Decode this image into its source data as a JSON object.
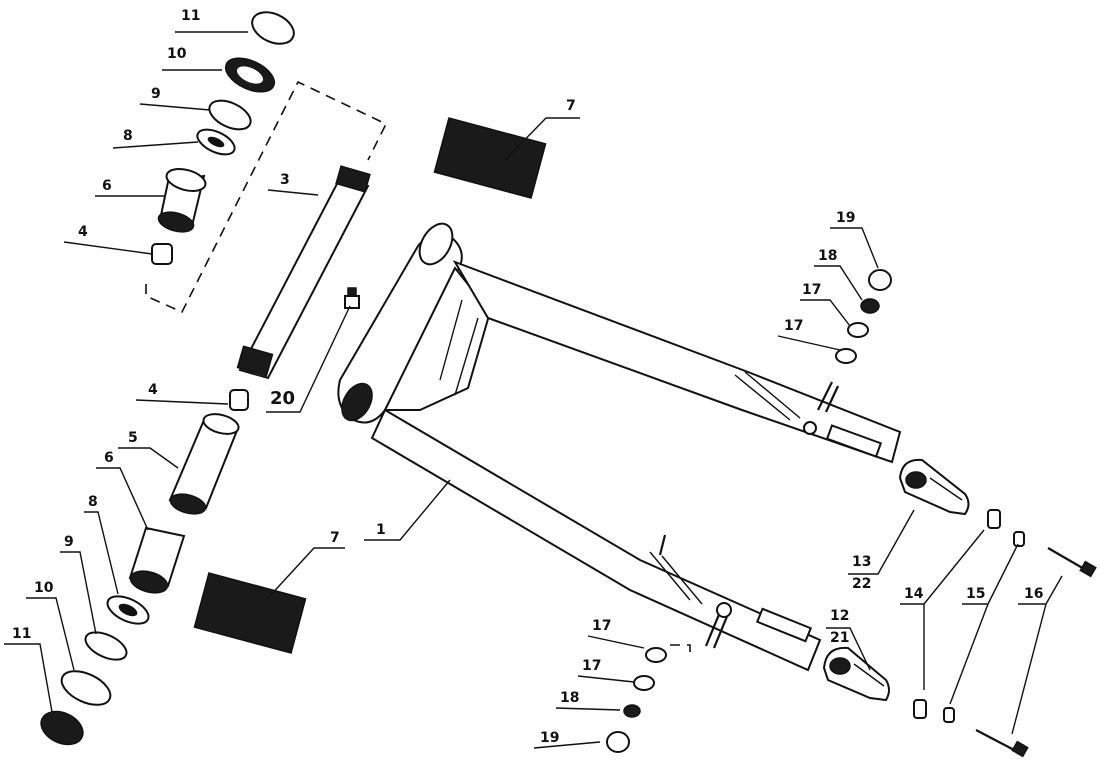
{
  "diagram": {
    "callouts": [
      {
        "id": "c11a",
        "text": "11"
      },
      {
        "id": "c10a",
        "text": "10"
      },
      {
        "id": "c9a",
        "text": "9"
      },
      {
        "id": "c8a",
        "text": "8"
      },
      {
        "id": "c6a",
        "text": "6"
      },
      {
        "id": "c4a",
        "text": "4"
      },
      {
        "id": "c3",
        "text": "3"
      },
      {
        "id": "c7a",
        "text": "7"
      },
      {
        "id": "c20",
        "text": "20"
      },
      {
        "id": "c4b",
        "text": "4"
      },
      {
        "id": "c5",
        "text": "5"
      },
      {
        "id": "c6b",
        "text": "6"
      },
      {
        "id": "c8b",
        "text": "8"
      },
      {
        "id": "c9b",
        "text": "9"
      },
      {
        "id": "c10b",
        "text": "10"
      },
      {
        "id": "c11b",
        "text": "11"
      },
      {
        "id": "c7b",
        "text": "7"
      },
      {
        "id": "c1",
        "text": "1"
      },
      {
        "id": "c19a",
        "text": "19"
      },
      {
        "id": "c18a",
        "text": "18"
      },
      {
        "id": "c17a",
        "text": "17"
      },
      {
        "id": "c17b",
        "text": "17"
      },
      {
        "id": "c13",
        "text": "13"
      },
      {
        "id": "c22",
        "text": "22"
      },
      {
        "id": "c12",
        "text": "12"
      },
      {
        "id": "c21",
        "text": "21"
      },
      {
        "id": "c14",
        "text": "14"
      },
      {
        "id": "c15",
        "text": "15"
      },
      {
        "id": "c16",
        "text": "16"
      },
      {
        "id": "c17c",
        "text": "17"
      },
      {
        "id": "c17d",
        "text": "17"
      },
      {
        "id": "c18b",
        "text": "18"
      },
      {
        "id": "c19b",
        "text": "19"
      }
    ]
  }
}
